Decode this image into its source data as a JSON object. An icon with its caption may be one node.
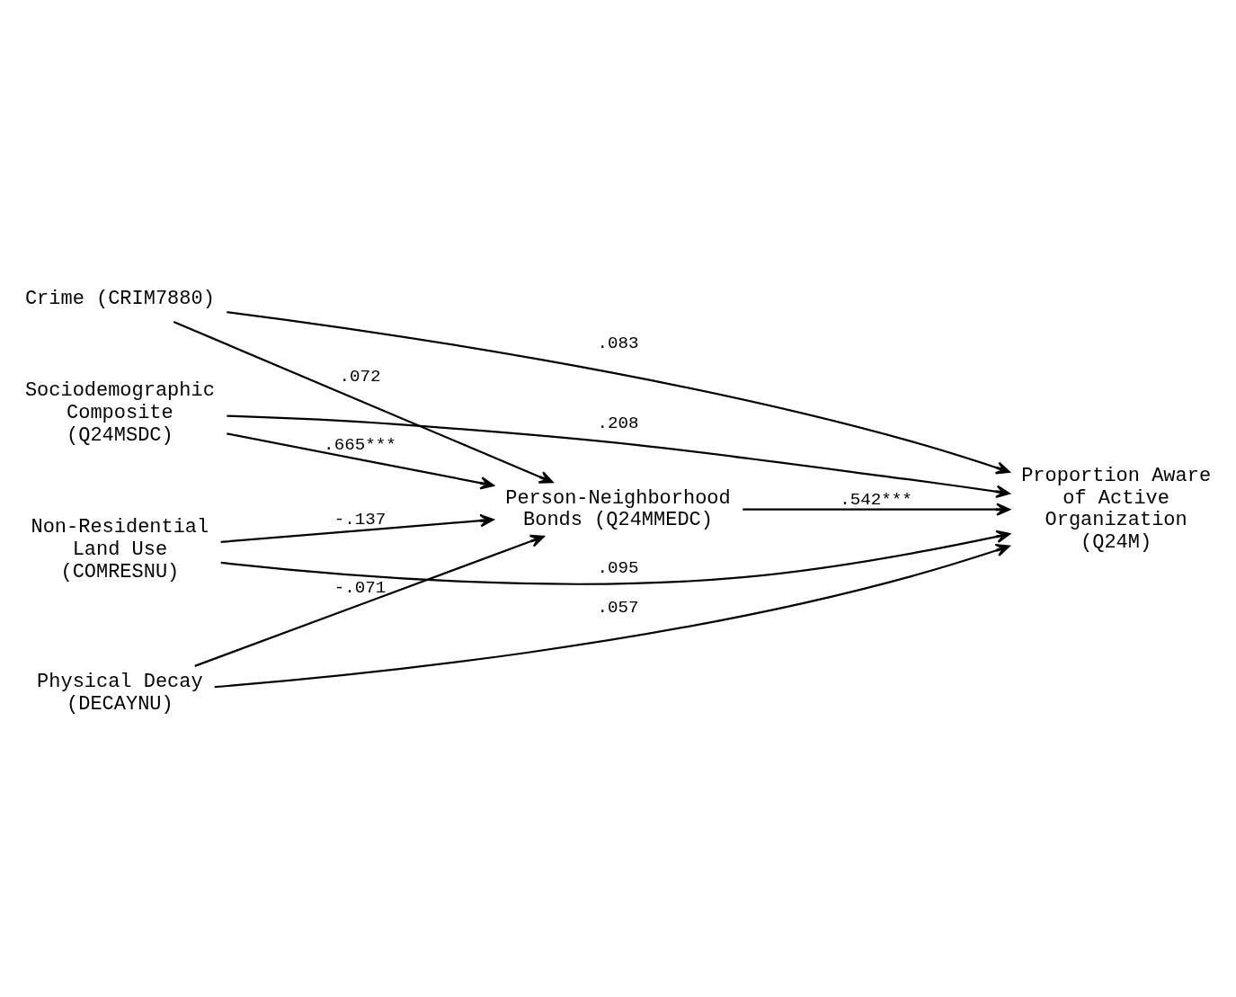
{
  "diagram": {
    "nodes": [
      {
        "text": [
          "Sociodemographic Composite (Q24MSDC)"
        ]
      },
      {
        "text": [
          "Crime (CRIM7880)"
        ]
      },
      {
        "text": [
          "Physical Decay (DECAYNU)"
        ]
      },
      {
        "text": [
          "Non-Residential Land Use (COMRESNU)"
        ]
      },
      {
        "text": [
          "Proportion Aware of Active Organization (Q24M)"
        ]
      },
      {
        "text": [
          "Person-Neighborhood Bonds (Q24MMEDC)"
        ]
      }
    ],
    "edges": [
      {
        "from": 0,
        "to": 4,
        "arrow": "to",
        "label": ".208"
      },
      {
        "from": 0,
        "to": 5,
        "arrow": "to",
        "label": ".665***"
      },
      {
        "from": 1,
        "to": 4,
        "arrow": "to",
        "label": ".083"
      },
      {
        "from": 1,
        "to": 5,
        "arrow": "to",
        "label": ".072"
      },
      {
        "from": 2,
        "to": 4,
        "arrow": "to",
        "label": ".057"
      },
      {
        "from": 2,
        "to": 5,
        "arrow": "to",
        "label": "-.071"
      },
      {
        "from": 3,
        "to": 4,
        "arrow": "to",
        "label": ".095"
      },
      {
        "from": 3,
        "to": 5,
        "arrow": "to",
        "label": "-.137"
      },
      {
        "from": 5,
        "to": 4,
        "arrow": "to",
        "label": ".542***"
      }
    ]
  }
}
